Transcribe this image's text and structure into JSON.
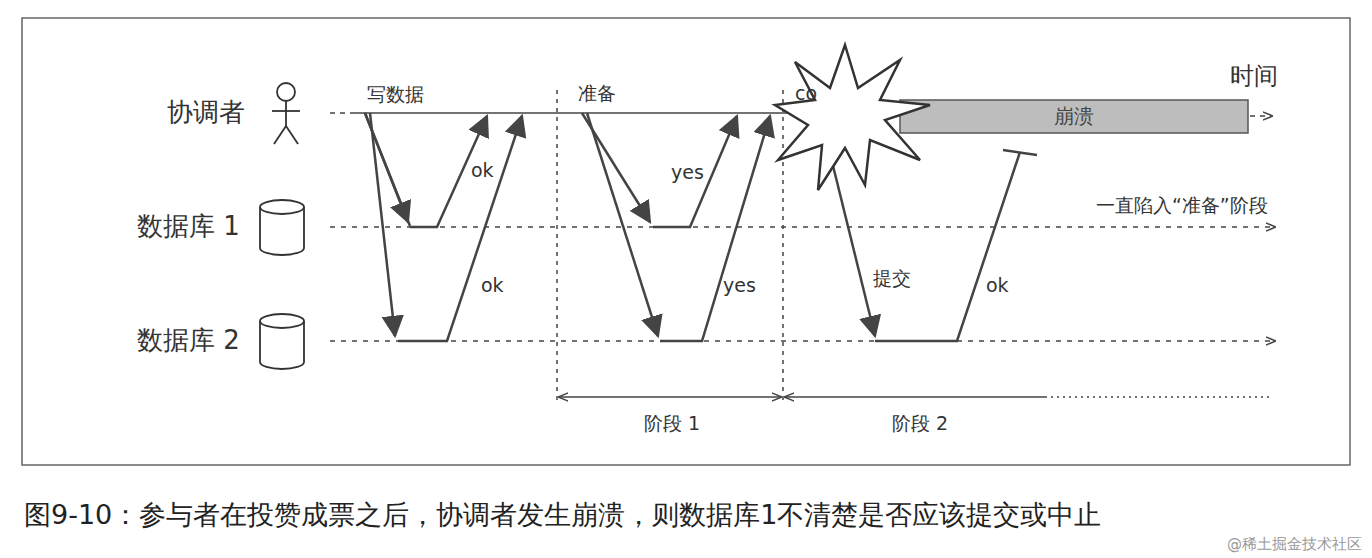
{
  "diagram": {
    "caption": "图9-10：参与者在投赞成票之后，协调者发生崩溃，则数据库1不清楚是否应该提交或中止",
    "nodes": [
      {
        "text": [
          "协调者"
        ]
      },
      {
        "text": [
          "数据库 1"
        ]
      },
      {
        "text": [
          "数据库 2"
        ]
      },
      {
        "text": [
          "崩溃"
        ]
      }
    ],
    "labels": [
      "写数据",
      "准备",
      "co",
      "时间",
      "ok",
      "ok",
      "yes",
      "yes",
      "提交",
      "ok",
      "一直陷入“准备”阶段",
      "阶段 1",
      "阶段 2",
      "@稀土掘金技术社区"
    ]
  }
}
